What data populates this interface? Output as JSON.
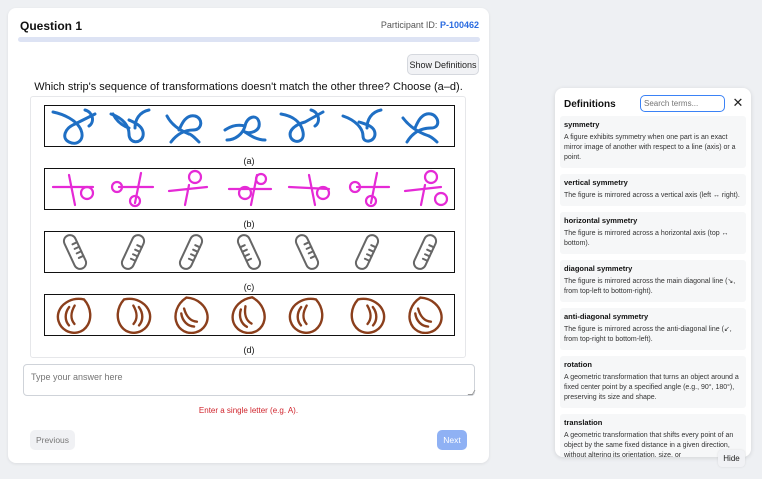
{
  "question": {
    "title": "Question 1",
    "participant_label": "Participant ID:",
    "participant_id": "P-100462"
  },
  "toolbar": {
    "show_definitions": "Show Definitions"
  },
  "prompt": "Which strip's sequence of transformations doesn't match the other three? Choose (a–d).",
  "strips": [
    {
      "label": "(a)",
      "color": "#1f6fc4",
      "icon": "three-leaf-knot-icon"
    },
    {
      "label": "(b)",
      "color": "#e52ad6",
      "icon": "circle-stick-figure-icon"
    },
    {
      "label": "(c)",
      "color": "#666666",
      "icon": "ruler-capsule-icon"
    },
    {
      "label": "(d)",
      "color": "#8b3f1c",
      "icon": "lemon-shape-icon"
    }
  ],
  "answer": {
    "placeholder": "Type your answer here"
  },
  "error": "Enter a single letter (e.g. A).",
  "nav": {
    "previous": "Previous",
    "next": "Next"
  },
  "definitions": {
    "title": "Definitions",
    "search_placeholder": "Search terms...",
    "close": "✕",
    "items": [
      {
        "term": "symmetry",
        "text": "A figure exhibits symmetry when one part is an exact mirror image of another with respect to a line (axis) or a point."
      },
      {
        "term": "vertical symmetry",
        "text": "The figure is mirrored across a vertical axis (left ↔ right)."
      },
      {
        "term": "horizontal symmetry",
        "text": "The figure is mirrored across a horizontal axis (top ↔ bottom)."
      },
      {
        "term": "diagonal symmetry",
        "text": "The figure is mirrored across the main diagonal line (↘, from top-left to bottom-right)."
      },
      {
        "term": "anti-diagonal symmetry",
        "text": "The figure is mirrored across the anti-diagonal line (↙, from top-right to bottom-left)."
      },
      {
        "term": "rotation",
        "text": "A geometric transformation that turns an object around a fixed center point by a specified angle (e.g., 90°, 180°), preserving its size and shape."
      },
      {
        "term": "translation",
        "text": "A geometric transformation that shifts every point of an object by the same fixed distance in a given direction, without altering its orientation, size, or"
      }
    ]
  },
  "hide_button": "Hide"
}
